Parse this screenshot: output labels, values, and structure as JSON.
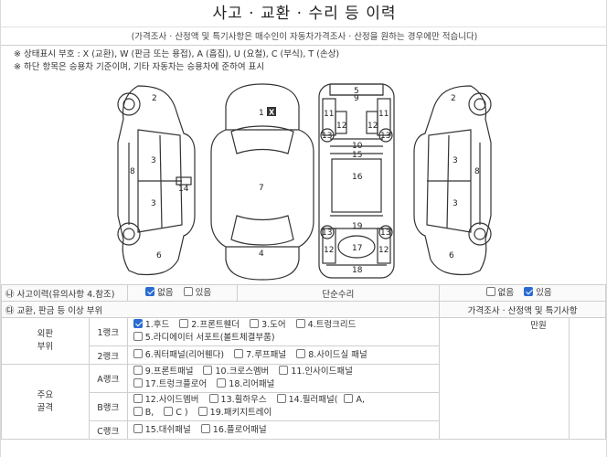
{
  "title": "사고 · 교환 · 수리 등 이력",
  "subtitle": "(가격조사 · 산정액 및 특기사항은 매수인이 자동차가격조사 · 산정을 원하는 경우에만 적습니다)",
  "notes": [
    "※ 상태표시 부호 : X (교환), W (판금 또는 용접), A (흠집), U (요철), C (부식), T (손상)",
    "※ 하단 항목은 승용차 기준이며, 기타 자동차는 승용차에 준하여 표시"
  ],
  "diagram": {
    "marked": {
      "part": "1",
      "symbol": "X"
    },
    "labels": [
      "1",
      "2",
      "3",
      "4",
      "5",
      "6",
      "7",
      "8",
      "9",
      "10",
      "11",
      "12",
      "13",
      "14",
      "15",
      "16",
      "17",
      "18",
      "19"
    ]
  },
  "accident_history": {
    "label": "㉯ 사고이력(유의사항 4.참조)",
    "none": "없음",
    "yes": "있음",
    "none_checked": true,
    "yes_checked": false
  },
  "simple_repair": {
    "label": "단순수리",
    "none": "없음",
    "yes": "있음",
    "none_checked": false,
    "yes_checked": true
  },
  "section_header": {
    "label": "㉰ 교환, 판금 등 이상 부위",
    "price_label": "가격조사 · 산정액 및 특기사항"
  },
  "groups": [
    {
      "name": "외판\n부위",
      "ranks": [
        {
          "rank": "1랭크",
          "items": [
            {
              "label": "1.후드",
              "checked": true
            },
            {
              "label": "2.프론트휀더",
              "checked": false
            },
            {
              "label": "3.도어",
              "checked": false
            },
            {
              "label": "4.트렁크리드",
              "checked": false
            },
            {
              "label": "5.라디에이터 서포트(볼트체결부품)",
              "checked": false
            }
          ]
        },
        {
          "rank": "2랭크",
          "items": [
            {
              "label": "6.쿼터패널(리어휀다)",
              "checked": false
            },
            {
              "label": "7.루프패널",
              "checked": false
            },
            {
              "label": "8.사이드실 패널",
              "checked": false
            }
          ]
        }
      ]
    },
    {
      "name": "주요\n골격",
      "ranks": [
        {
          "rank": "A랭크",
          "items": [
            {
              "label": "9.프론트패널",
              "checked": false
            },
            {
              "label": "10.크로스멤버",
              "checked": false
            },
            {
              "label": "11.인사이드패널",
              "checked": false
            },
            {
              "label": "17.트렁크플로어",
              "checked": false
            },
            {
              "label": "18.리어패널",
              "checked": false
            }
          ]
        },
        {
          "rank": "B랭크",
          "items": [
            {
              "label": "12.사이드멤버",
              "checked": false
            },
            {
              "label": "13.휠하우스",
              "checked": false
            },
            {
              "label": "14.필러패널(",
              "checked": false
            },
            {
              "label": "A,",
              "checked": false
            },
            {
              "label": "B,",
              "checked": false
            },
            {
              "label": "C )",
              "checked": false
            },
            {
              "label": "19.패키지트레이",
              "checked": false
            }
          ]
        },
        {
          "rank": "C랭크",
          "items": [
            {
              "label": "15.대쉬패널",
              "checked": false
            },
            {
              "label": "16.플로어패널",
              "checked": false
            }
          ]
        }
      ]
    }
  ],
  "price_unit": "만원"
}
